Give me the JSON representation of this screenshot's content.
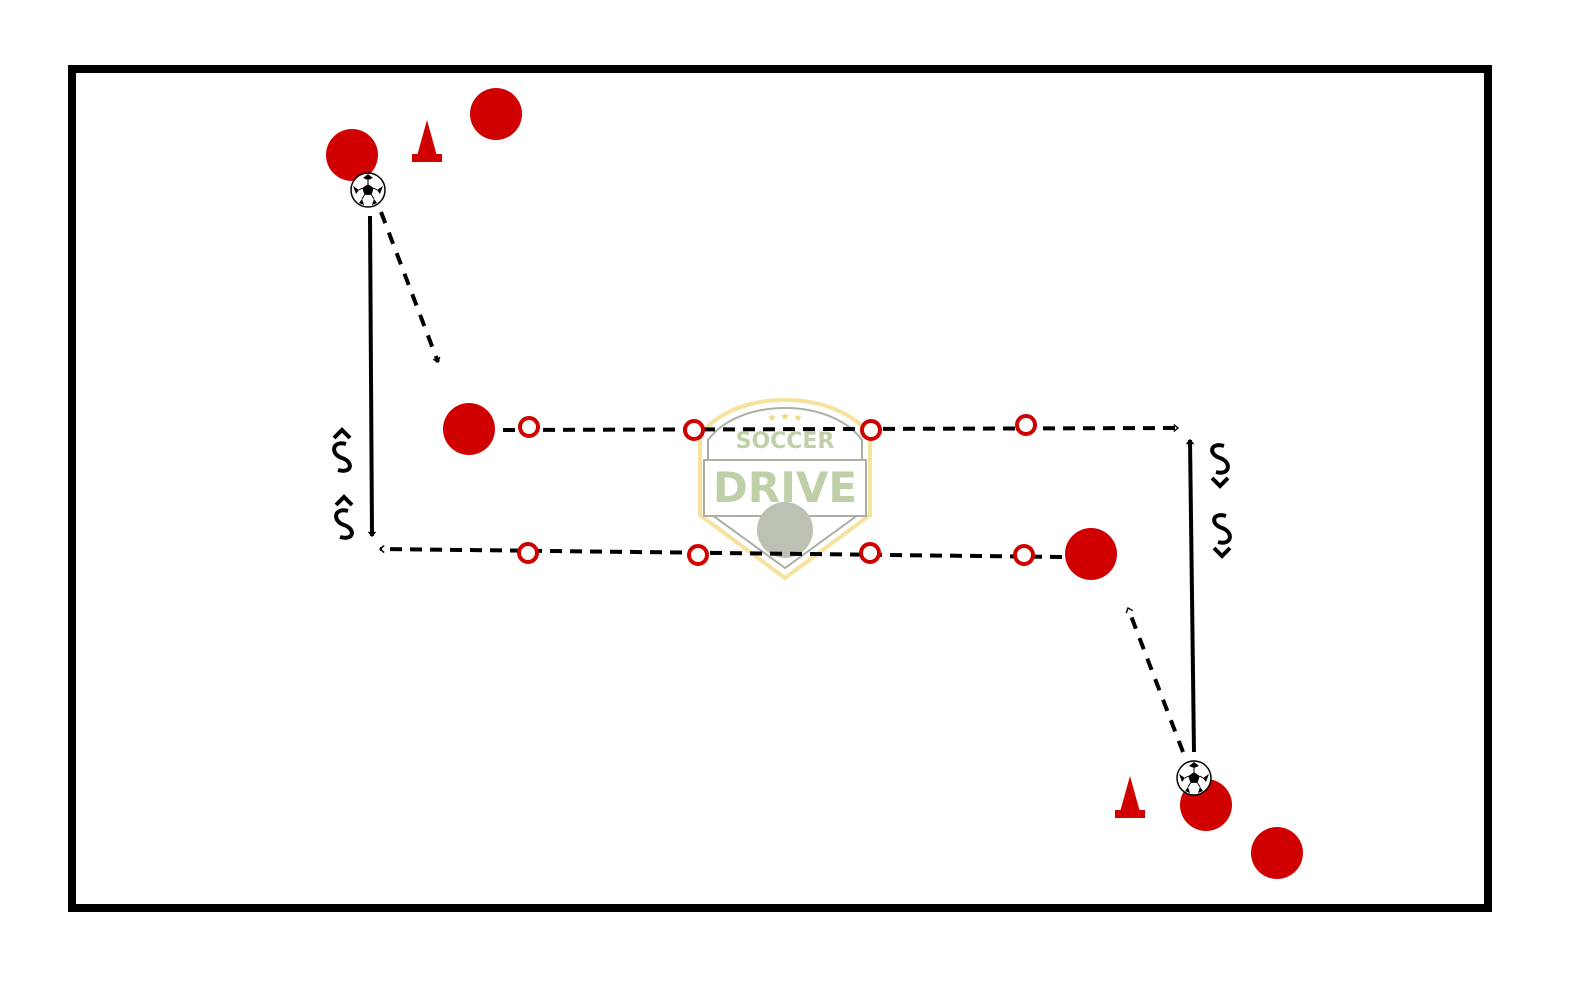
{
  "diagram": {
    "type": "soccer-drill",
    "colors": {
      "field_line": "#000000",
      "player": "#d00000",
      "cone": "#d00000",
      "marker": "#d00000",
      "logo_text": "#b5c79a",
      "logo_border": "#f5dc8c"
    },
    "legend_icons": [
      "player-icon",
      "cone-icon",
      "ball-icon",
      "marker-disc-icon",
      "pass-arrow",
      "run-arrow",
      "dribble-arrow"
    ]
  },
  "watermark": {
    "line1": "SOCCER",
    "line2": "DRIVE"
  }
}
